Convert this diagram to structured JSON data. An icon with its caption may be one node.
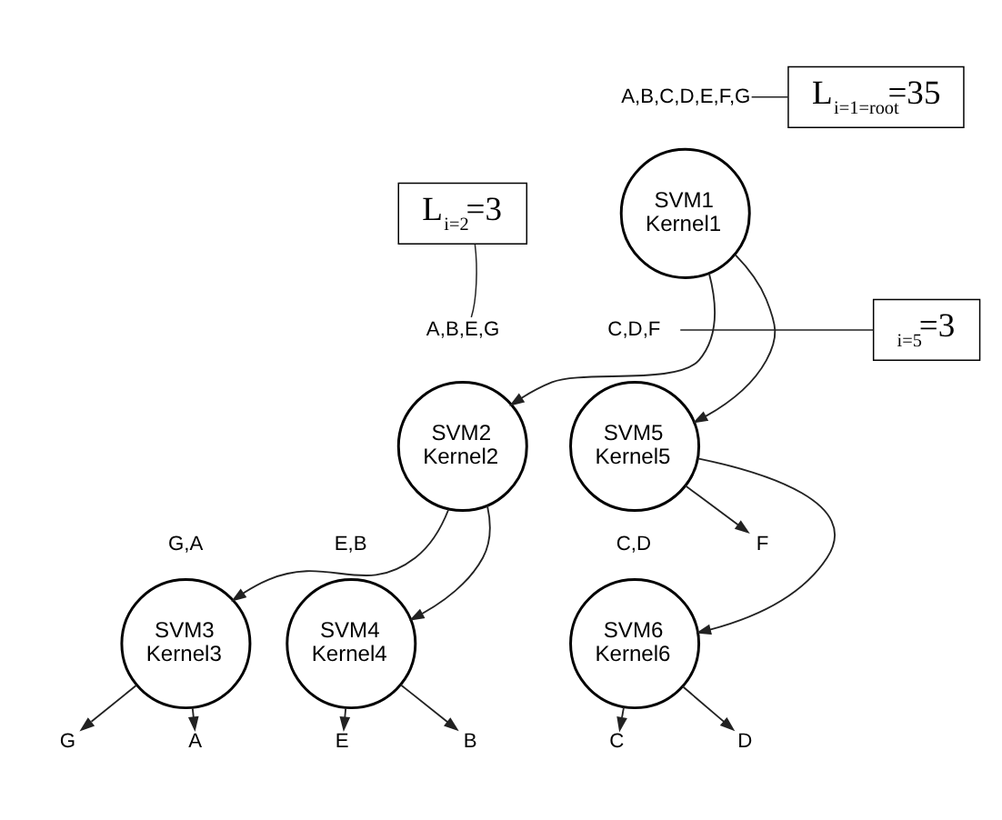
{
  "diagram": {
    "nodes": [
      {
        "text": [
          "A,B,C,D,E,F,G"
        ]
      },
      {
        "text": [
          "L$_{i=1=root}$=35"
        ]
      },
      {
        "text": [
          "SVM1",
          "Kernel1"
        ]
      },
      {
        "text": [
          "L$_{i=2}$=3"
        ]
      },
      {
        "text": [
          "A,B,E,G"
        ]
      },
      {
        "text": [
          "C,D,F"
        ]
      },
      {
        "text": [
          "$_{i=5}$=3"
        ]
      },
      {
        "text": [
          "SVM2",
          "Kernel2"
        ]
      },
      {
        "text": [
          "SVM5",
          "Kernel5"
        ]
      },
      {
        "text": [
          "G,A"
        ]
      },
      {
        "text": [
          "E,B"
        ]
      },
      {
        "text": [
          "F"
        ]
      },
      {
        "text": [
          "C,D"
        ]
      },
      {
        "text": [
          "SVM3",
          "Kernel3"
        ]
      },
      {
        "text": [
          "SVM4",
          "Kernel4"
        ]
      },
      {
        "text": [
          "SVM6",
          "Kernel6"
        ]
      },
      {
        "text": [
          "G"
        ]
      },
      {
        "text": [
          "A"
        ]
      },
      {
        "text": [
          "E"
        ]
      },
      {
        "text": [
          "B"
        ]
      },
      {
        "text": [
          "C"
        ]
      },
      {
        "text": [
          "D"
        ]
      }
    ],
    "edges": [
      {
        "from": 1,
        "to": 0,
        "arrow": "none"
      },
      {
        "from": 3,
        "to": 4,
        "arrow": "none"
      },
      {
        "from": 6,
        "to": 5,
        "arrow": "none"
      },
      {
        "from": 2,
        "to": 7,
        "arrow": "to"
      },
      {
        "from": 2,
        "to": 8,
        "arrow": "to"
      },
      {
        "from": 7,
        "to": 13,
        "arrow": "to"
      },
      {
        "from": 7,
        "to": 14,
        "arrow": "to"
      },
      {
        "from": 8,
        "to": 11,
        "arrow": "to"
      },
      {
        "from": 8,
        "to": 15,
        "arrow": "to"
      },
      {
        "from": 13,
        "to": 16,
        "arrow": "to"
      },
      {
        "from": 13,
        "to": 17,
        "arrow": "to"
      },
      {
        "from": 14,
        "to": 18,
        "arrow": "to"
      },
      {
        "from": 14,
        "to": 19,
        "arrow": "to"
      },
      {
        "from": 15,
        "to": 20,
        "arrow": "to"
      },
      {
        "from": 15,
        "to": 21,
        "arrow": "to"
      }
    ]
  }
}
